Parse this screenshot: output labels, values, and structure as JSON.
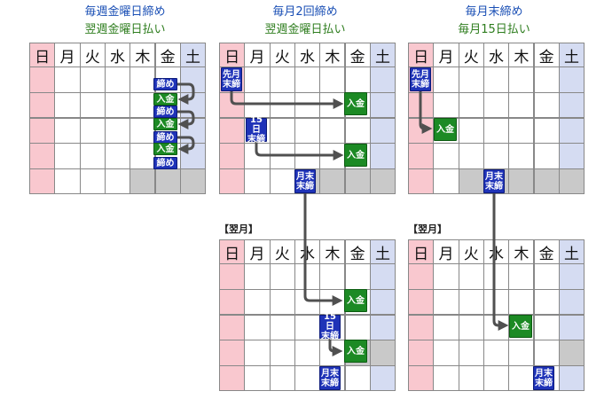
{
  "colors": {
    "sunday": "#f9c8cf",
    "saturday": "#d5dcf2",
    "gray": "#c9c9c9",
    "white": "#ffffff",
    "grid": "#888888",
    "blue_label": "#1f33b8",
    "green_label": "#1c8a24",
    "arrow": "#505050"
  },
  "weekdays": [
    "日",
    "月",
    "火",
    "水",
    "木",
    "金",
    "土"
  ],
  "columns": [
    {
      "title1": "毎週金曜日締め",
      "title2": "翌週金曜日払い"
    },
    {
      "title1": "毎月2回締め",
      "title2": "翌週金曜日払い"
    },
    {
      "title1": "毎月末締め",
      "title2": "毎月15日払い"
    }
  ],
  "next_month_label": "【翌月】",
  "labels": {
    "close": "締め",
    "payment": "入金",
    "prev_month_end": "先月\n末締",
    "day15": "15日\n末締",
    "month_end": "月末\n末締"
  },
  "calendars": [
    {
      "id": "weekly",
      "gray_cells": [
        [
          0,
          0
        ],
        [
          5,
          4
        ],
        [
          5,
          5
        ],
        [
          5,
          6
        ]
      ]
    },
    {
      "id": "twice",
      "gray_cells": [
        [
          5,
          3
        ],
        [
          5,
          4
        ],
        [
          5,
          5
        ],
        [
          5,
          6
        ]
      ]
    },
    {
      "id": "monthend",
      "gray_cells": [
        [
          5,
          2
        ],
        [
          5,
          3
        ],
        [
          5,
          4
        ],
        [
          5,
          5
        ],
        [
          5,
          6
        ]
      ]
    },
    {
      "id": "twice-next",
      "gray_cells": [
        [
          0,
          0
        ],
        [
          0,
          1
        ],
        [
          0,
          2
        ],
        [
          0,
          3
        ],
        [
          4,
          5
        ],
        [
          4,
          6
        ]
      ]
    },
    {
      "id": "monthend-next",
      "gray_cells": [
        [
          0,
          0
        ],
        [
          0,
          1
        ],
        [
          0,
          2
        ],
        [
          4,
          6
        ]
      ]
    }
  ]
}
